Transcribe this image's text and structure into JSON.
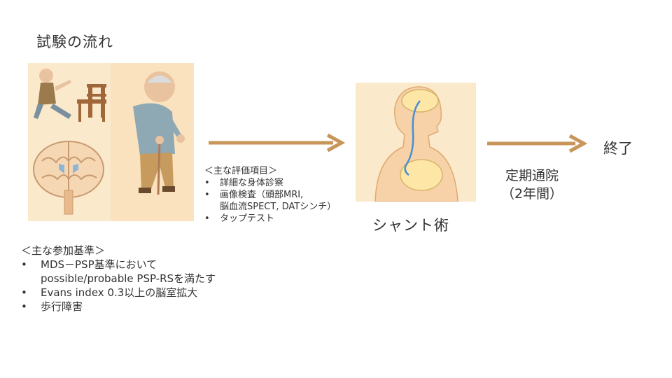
{
  "title": "試験の流れ",
  "evaluation": {
    "header": "＜主な評価項目＞",
    "items": [
      "詳細な身体診察",
      "画像検査（頭部MRI,",
      "タップテスト"
    ],
    "continuation": "脳血流SPECT, DATシンチ）"
  },
  "shunt": {
    "label": "シャント術"
  },
  "followup": {
    "line1": "定期通院",
    "line2": "（2年間）"
  },
  "end": {
    "label": "終了"
  },
  "criteria": {
    "header": "＜主な参加基準＞",
    "items": [
      "MDS－PSP基準において",
      "Evans index 0.3以上の脳室拡大",
      "歩行障害"
    ],
    "continuation": "possible/probable PSP-RSを満たす"
  },
  "colors": {
    "arrow": "#c8955a",
    "illustration_bg": "#fbe9cc",
    "text": "#333333"
  }
}
